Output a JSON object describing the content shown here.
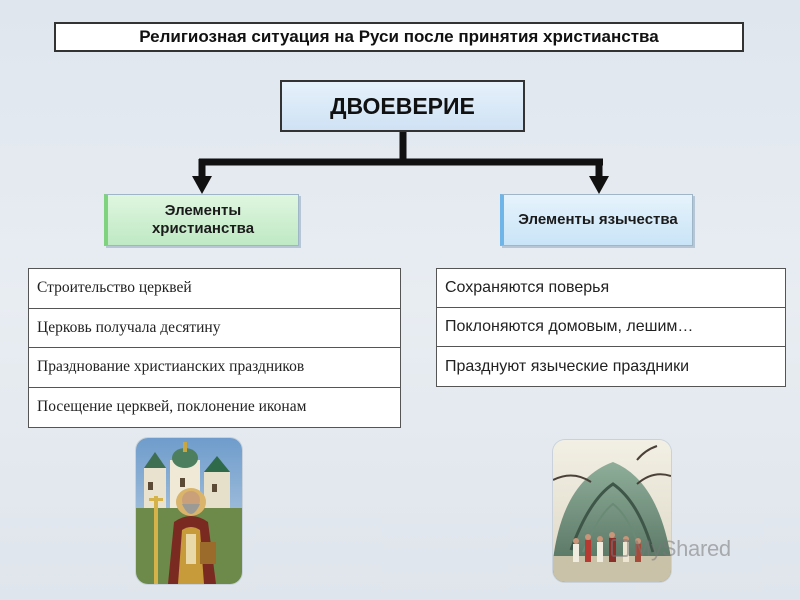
{
  "title": "Религиозная ситуация на Руси после принятия христианства",
  "main_concept": "ДВОЕВЕРИЕ",
  "branches": {
    "christianity": {
      "label": "Элементы христианства",
      "items": [
        "Строительство церквей",
        "Церковь получала десятину",
        "Празднование христианских праздников",
        "Посещение церквей, поклонение иконам"
      ]
    },
    "paganism": {
      "label": "Элементы язычества",
      "items": [
        "Сохраняются поверья",
        "Поклоняются домовым, лешим…",
        "Празднуют языческие праздники"
      ]
    }
  },
  "watermark": "MyShared",
  "colors": {
    "background": "#e4eaf0",
    "main_box": "#d6e8f7",
    "christianity_box": "#c9edcc",
    "paganism_box": "#d3e9f9",
    "connector": "#111111"
  },
  "icons": {
    "christianity_picture": "orthodox-saint-painting",
    "paganism_picture": "pagan-ritual-painting"
  }
}
